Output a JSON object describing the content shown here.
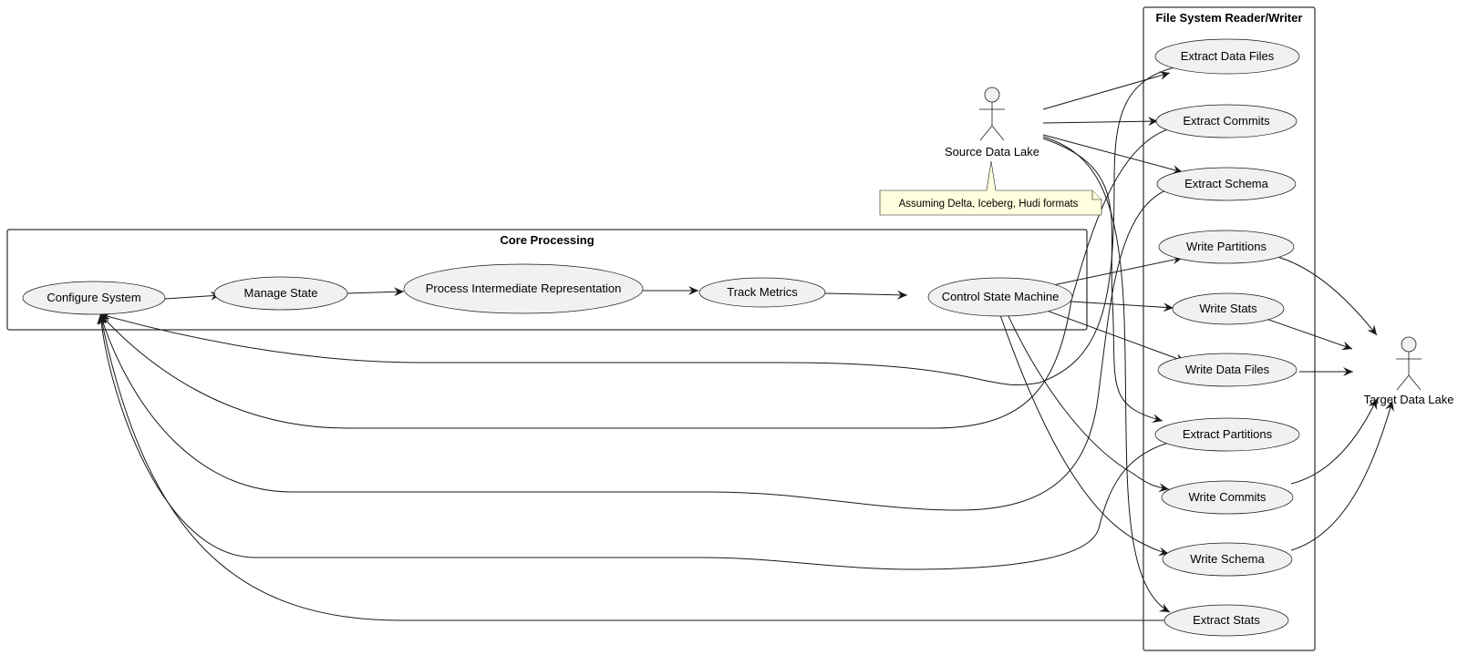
{
  "packages": {
    "core": {
      "title": "Core Processing"
    },
    "fs": {
      "title": "File System Reader/Writer"
    }
  },
  "use_cases": {
    "configure_system": "Configure System",
    "manage_state": "Manage State",
    "process_ir": "Process Intermediate Representation",
    "track_metrics": "Track Metrics",
    "control_state_machine": "Control State Machine",
    "extract_data_files": "Extract Data Files",
    "extract_commits": "Extract Commits",
    "extract_schema": "Extract Schema",
    "write_partitions": "Write Partitions",
    "write_stats": "Write Stats",
    "write_data_files": "Write Data Files",
    "extract_partitions": "Extract Partitions",
    "write_commits": "Write Commits",
    "write_schema": "Write Schema",
    "extract_stats": "Extract Stats"
  },
  "actors": {
    "source": "Source Data Lake",
    "target": "Target Data Lake"
  },
  "note": {
    "text": "Assuming Delta, Iceberg, Hudi formats"
  },
  "colors": {
    "shape_fill": "#f1f1f1",
    "note_fill": "#feffdd",
    "line": "#181818"
  },
  "edges": [
    {
      "from": "configure_system",
      "to": "manage_state"
    },
    {
      "from": "manage_state",
      "to": "process_ir"
    },
    {
      "from": "process_ir",
      "to": "track_metrics"
    },
    {
      "from": "track_metrics",
      "to": "control_state_machine"
    },
    {
      "from": "source",
      "to": "extract_data_files"
    },
    {
      "from": "source",
      "to": "extract_commits"
    },
    {
      "from": "source",
      "to": "extract_schema"
    },
    {
      "from": "source",
      "to": "extract_partitions"
    },
    {
      "from": "source",
      "to": "extract_stats"
    },
    {
      "from": "extract_data_files",
      "to": "configure_system"
    },
    {
      "from": "extract_commits",
      "to": "configure_system"
    },
    {
      "from": "extract_schema",
      "to": "configure_system"
    },
    {
      "from": "extract_partitions",
      "to": "configure_system"
    },
    {
      "from": "extract_stats",
      "to": "configure_system"
    },
    {
      "from": "control_state_machine",
      "to": "write_partitions"
    },
    {
      "from": "control_state_machine",
      "to": "write_stats"
    },
    {
      "from": "control_state_machine",
      "to": "write_data_files"
    },
    {
      "from": "control_state_machine",
      "to": "write_commits"
    },
    {
      "from": "control_state_machine",
      "to": "write_schema"
    },
    {
      "from": "write_partitions",
      "to": "target"
    },
    {
      "from": "write_stats",
      "to": "target"
    },
    {
      "from": "write_data_files",
      "to": "target"
    },
    {
      "from": "write_commits",
      "to": "target"
    },
    {
      "from": "write_schema",
      "to": "target"
    }
  ]
}
